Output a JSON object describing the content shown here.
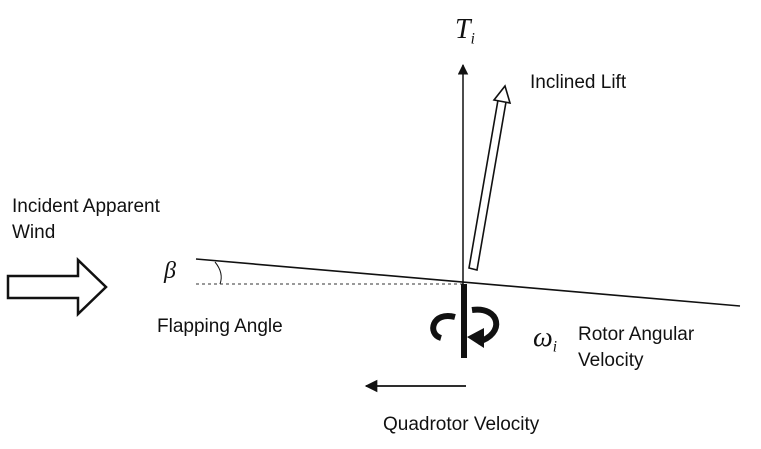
{
  "labels": {
    "incident_wind": [
      "Incident Apparent",
      "Wind"
    ],
    "flapping_angle": "Flapping Angle",
    "inclined_lift": "Inclined Lift",
    "rotor_angular_velocity": [
      "Rotor Angular",
      "Velocity"
    ],
    "quadrotor_velocity": "Quadrotor Velocity"
  },
  "symbols": {
    "thrust": {
      "base": "T",
      "sub": "i"
    },
    "flapping_angle": "β",
    "angular_velocity": {
      "base": "ω",
      "sub": "i"
    }
  },
  "colors": {
    "ink": "#111111",
    "background": "#ffffff"
  }
}
